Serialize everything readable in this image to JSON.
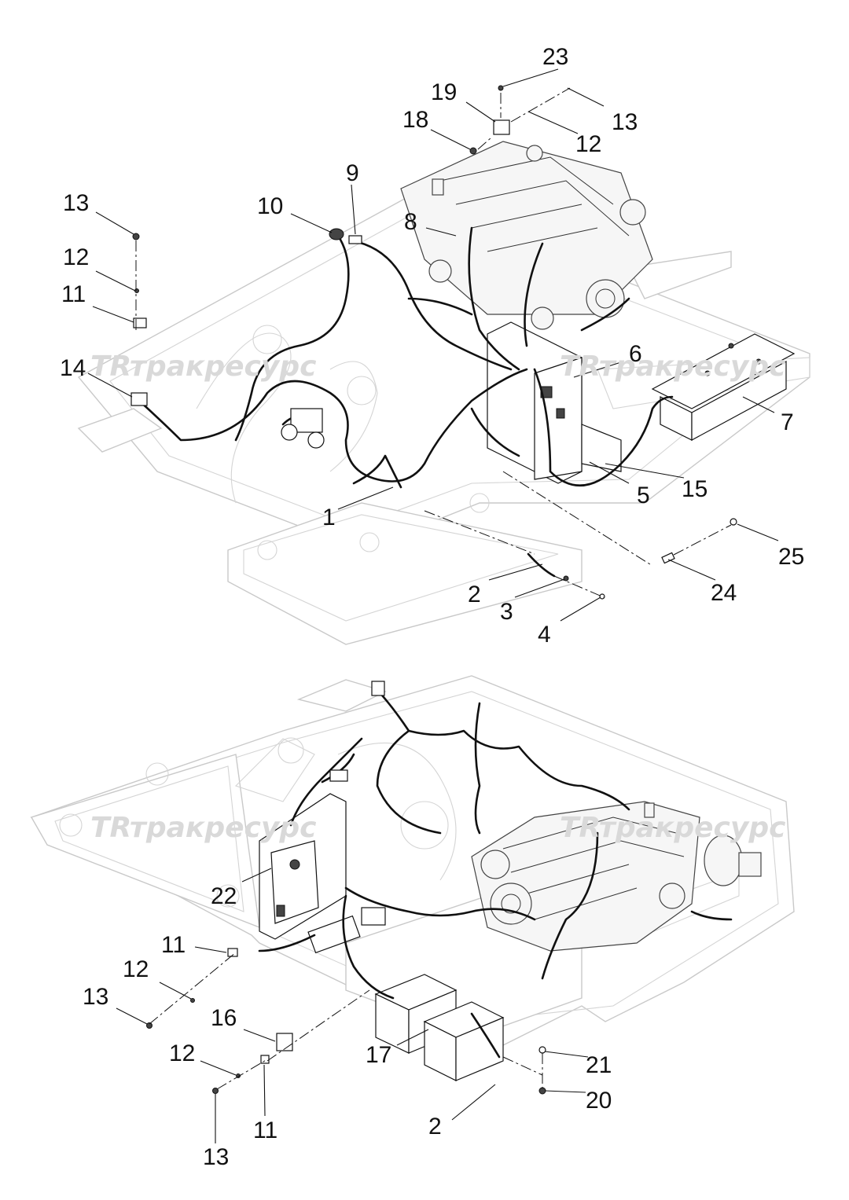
{
  "watermark": {
    "logo_mark": "TR",
    "brand_text": "тракресурс"
  },
  "colors": {
    "line": "#111111",
    "frame": "#c9c9c9",
    "watermark": "#d9d9d9"
  },
  "top_view": {
    "callouts": [
      "23",
      "19",
      "13",
      "18",
      "12",
      "9",
      "10",
      "8",
      "13",
      "12",
      "11",
      "14",
      "6",
      "7",
      "15",
      "5",
      "1",
      "25",
      "2",
      "24",
      "3",
      "4"
    ]
  },
  "bottom_view": {
    "callouts": [
      "22",
      "11",
      "12",
      "13",
      "16",
      "17",
      "21",
      "12",
      "2",
      "20",
      "11",
      "13"
    ]
  }
}
